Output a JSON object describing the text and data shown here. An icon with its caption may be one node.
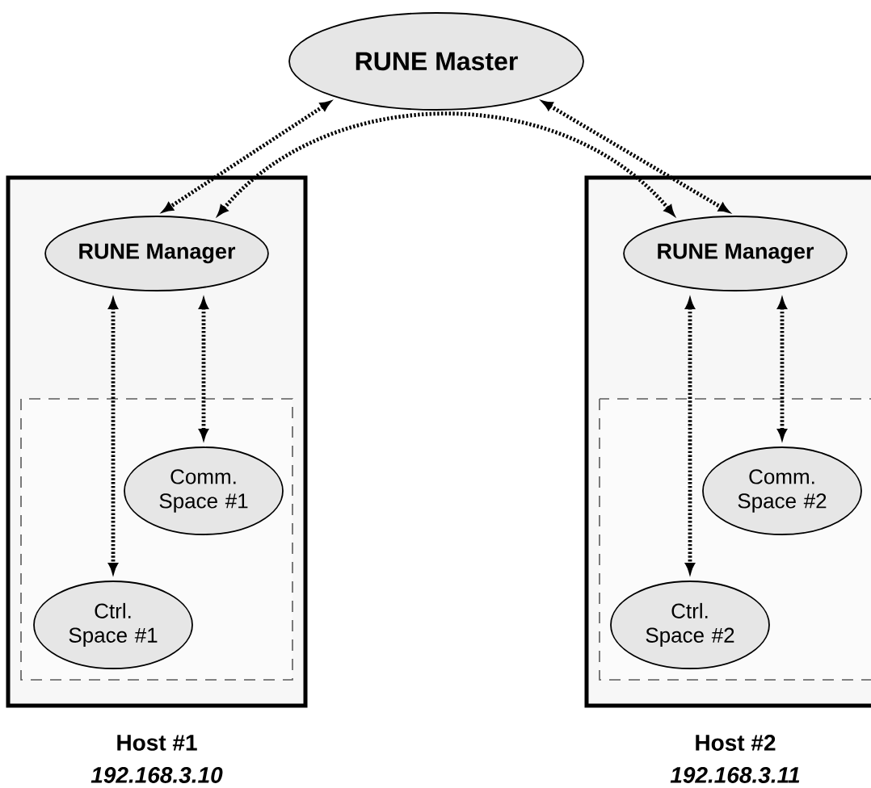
{
  "diagram": {
    "nodes": [
      {
        "text": [
          "RUNE Master"
        ]
      },
      {
        "text": [
          "Host #1",
          "192.168.3.10"
        ]
      },
      {
        "text": [
          "RUNE Manager"
        ],
        "in": 1
      },
      {
        "text": [],
        "shape": "box",
        "in": 1
      },
      {
        "text": [
          "Comm. Space #1"
        ],
        "in": 3
      },
      {
        "text": [
          "Ctrl. Space #1"
        ],
        "in": 3
      },
      {
        "text": [
          "Host #2",
          "192.168.3.11"
        ]
      },
      {
        "text": [
          "RUNE Manager"
        ],
        "in": 6
      },
      {
        "text": [],
        "shape": "box",
        "in": 6
      },
      {
        "text": [
          "Comm. Space #2"
        ],
        "in": 8
      },
      {
        "text": [
          "Ctrl. Space #2"
        ],
        "in": 8
      }
    ],
    "edges": [
      {
        "from": 0,
        "to": 2,
        "arrow": "both"
      },
      {
        "from": 0,
        "to": 7,
        "arrow": "both"
      },
      {
        "from": 2,
        "to": 7,
        "arrow": "both"
      },
      {
        "from": 2,
        "to": 4,
        "arrow": "both"
      },
      {
        "from": 2,
        "to": 5,
        "arrow": "both"
      },
      {
        "from": 7,
        "to": 9,
        "arrow": "both"
      },
      {
        "from": 7,
        "to": 10,
        "arrow": "both"
      }
    ]
  }
}
